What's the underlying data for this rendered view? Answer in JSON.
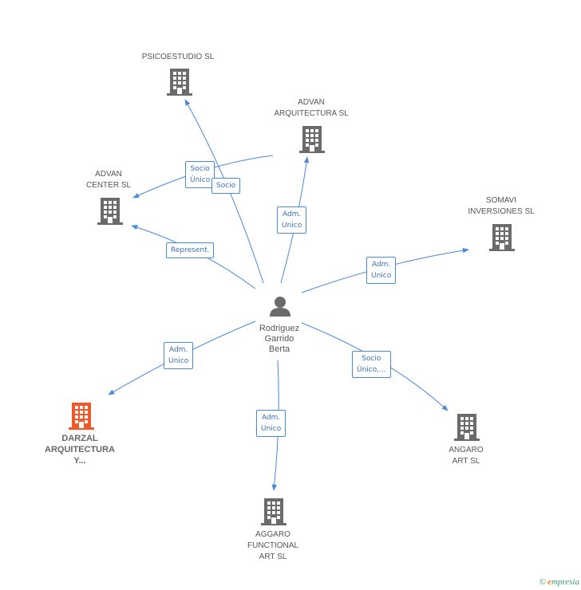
{
  "center": {
    "name_lines": [
      "Rodriguez",
      "Garrido",
      "Berta"
    ],
    "icon": "person-icon"
  },
  "companies": [
    {
      "id": "psicoestudio",
      "lines": [
        "PSICOESTUDIO SL"
      ],
      "color": "#6b6b6b",
      "icon": "building-icon"
    },
    {
      "id": "advan-arq",
      "lines": [
        "ADVAN",
        "ARQUITECTURA SL"
      ],
      "color": "#6b6b6b",
      "icon": "building-icon"
    },
    {
      "id": "advan-center",
      "lines": [
        "ADVAN",
        "CENTER SL"
      ],
      "color": "#6b6b6b",
      "icon": "building-icon"
    },
    {
      "id": "somavi",
      "lines": [
        "SOMAVI",
        "INVERSIONES SL"
      ],
      "color": "#6b6b6b",
      "icon": "building-icon"
    },
    {
      "id": "darzal",
      "lines": [
        "DARZAL",
        "ARQUITECTURA",
        "Y..."
      ],
      "color": "#f05a28",
      "icon": "building-icon",
      "active": true
    },
    {
      "id": "angaro",
      "lines": [
        "ANGARO",
        "ART SL"
      ],
      "color": "#6b6b6b",
      "icon": "building-icon"
    },
    {
      "id": "aggaro",
      "lines": [
        "AGGARO",
        "FUNCTIONAL",
        "ART SL"
      ],
      "color": "#6b6b6b",
      "icon": "building-icon"
    }
  ],
  "edge_labels": [
    {
      "id": "socio-unico-psico",
      "lines": [
        "Socio",
        "Único"
      ]
    },
    {
      "id": "socio-center",
      "lines": [
        "Socio"
      ]
    },
    {
      "id": "adm-arq",
      "lines": [
        "Adm.",
        "Unico"
      ]
    },
    {
      "id": "represent",
      "lines": [
        "Represent."
      ]
    },
    {
      "id": "adm-somavi",
      "lines": [
        "Adm.",
        "Unico"
      ]
    },
    {
      "id": "adm-darzal",
      "lines": [
        "Adm.",
        "Unico"
      ]
    },
    {
      "id": "socio-angaro",
      "lines": [
        "Socio",
        "Único,..."
      ]
    },
    {
      "id": "adm-aggaro",
      "lines": [
        "Adm.",
        "Unico"
      ]
    }
  ],
  "colors": {
    "edge": "#4a88d8",
    "node": "#6b6b6b",
    "highlight": "#f05a28"
  },
  "footer": {
    "copyright": "©",
    "brand_first": "e",
    "brand_rest": "mpresia"
  }
}
